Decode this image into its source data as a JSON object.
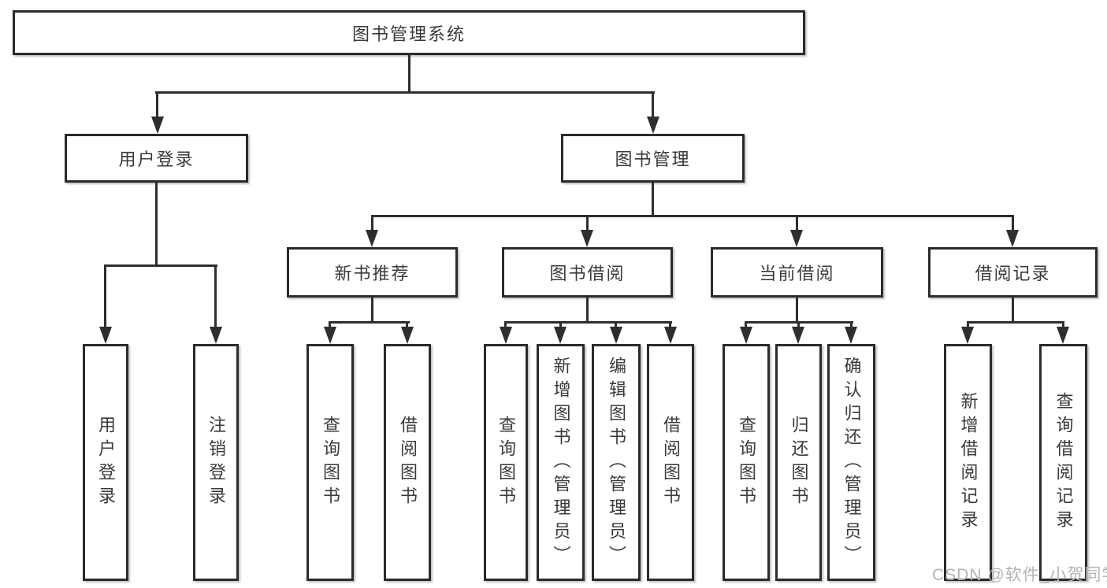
{
  "diagram": {
    "root": {
      "label": "图书管理系统"
    },
    "level2": {
      "user_login": "用户登录",
      "book_management": "图书管理"
    },
    "level3": {
      "new_book_recommend": "新书推荐",
      "book_borrow": "图书借阅",
      "current_borrow": "当前借阅",
      "borrow_records": "借阅记录"
    },
    "leaves": {
      "login_user_login": "用户登录",
      "login_logout": "注销登录",
      "recommend_query": "查询图书",
      "recommend_borrow": "借阅图书",
      "borrow_query": "查询图书",
      "borrow_add": "新增图书（管理员）",
      "borrow_edit": "编辑图书（管理员）",
      "borrow_borrow": "借阅图书",
      "current_query": "查询图书",
      "current_return": "归还图书",
      "current_confirm": "确认归还（管理员）",
      "records_add": "新增借阅记录",
      "records_query": "查询借阅记录"
    },
    "watermark": "CSDN @软件_小贺同学"
  }
}
